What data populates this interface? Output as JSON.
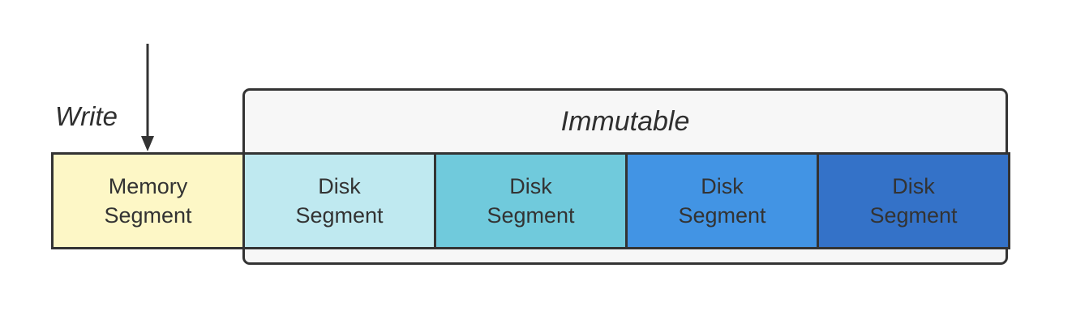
{
  "write_label": "Write",
  "immutable_label": "Immutable",
  "segments": [
    {
      "line1": "Memory",
      "line2": "Segment",
      "color": "#fdf7c6"
    },
    {
      "line1": "Disk",
      "line2": "Segment",
      "color": "#bfe9f0"
    },
    {
      "line1": "Disk",
      "line2": "Segment",
      "color": "#70cadc"
    },
    {
      "line1": "Disk",
      "line2": "Segment",
      "color": "#4294e4"
    },
    {
      "line1": "Disk",
      "line2": "Segment",
      "color": "#3472c8"
    }
  ]
}
